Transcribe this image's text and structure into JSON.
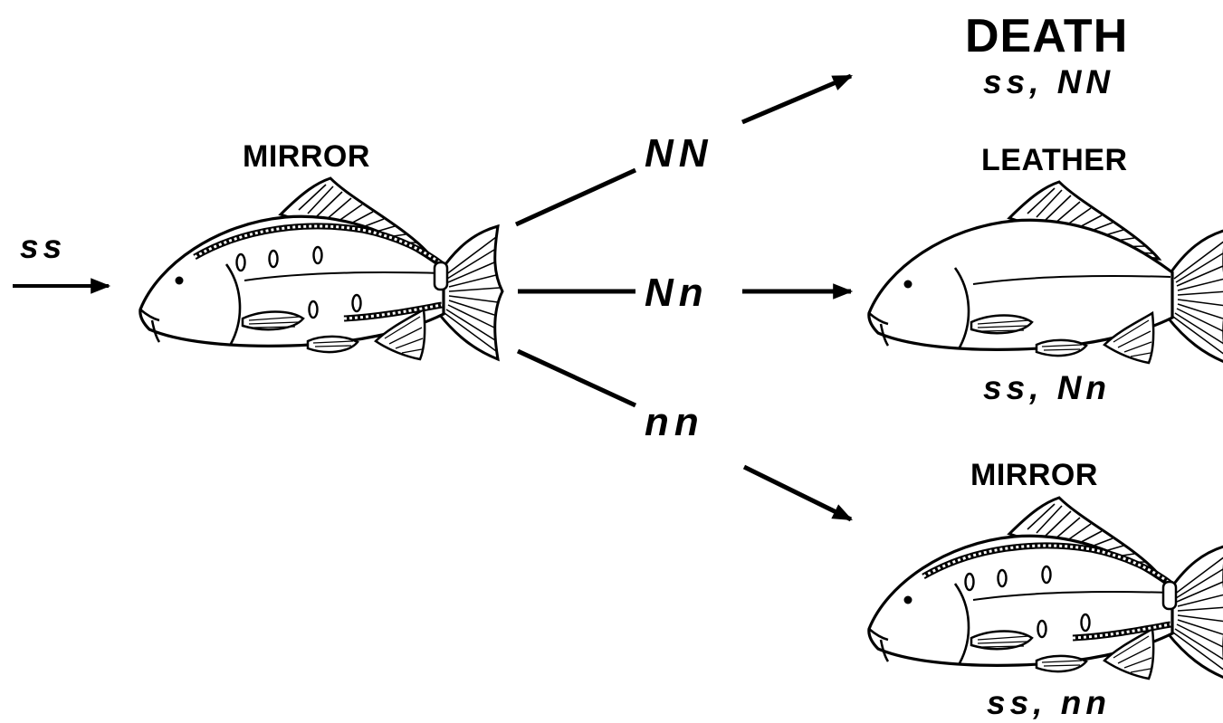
{
  "input": {
    "genotype": "ss"
  },
  "parent": {
    "title": "MIRROR"
  },
  "branches": {
    "top": "NN",
    "middle": "Nn",
    "bottom": "nn"
  },
  "outcomes": {
    "death": {
      "title": "DEATH",
      "genotype": "ss, NN"
    },
    "leather": {
      "title": "LEATHER",
      "genotype": "ss, Nn"
    },
    "mirror": {
      "title": "MIRROR",
      "genotype": "ss, nn"
    }
  }
}
